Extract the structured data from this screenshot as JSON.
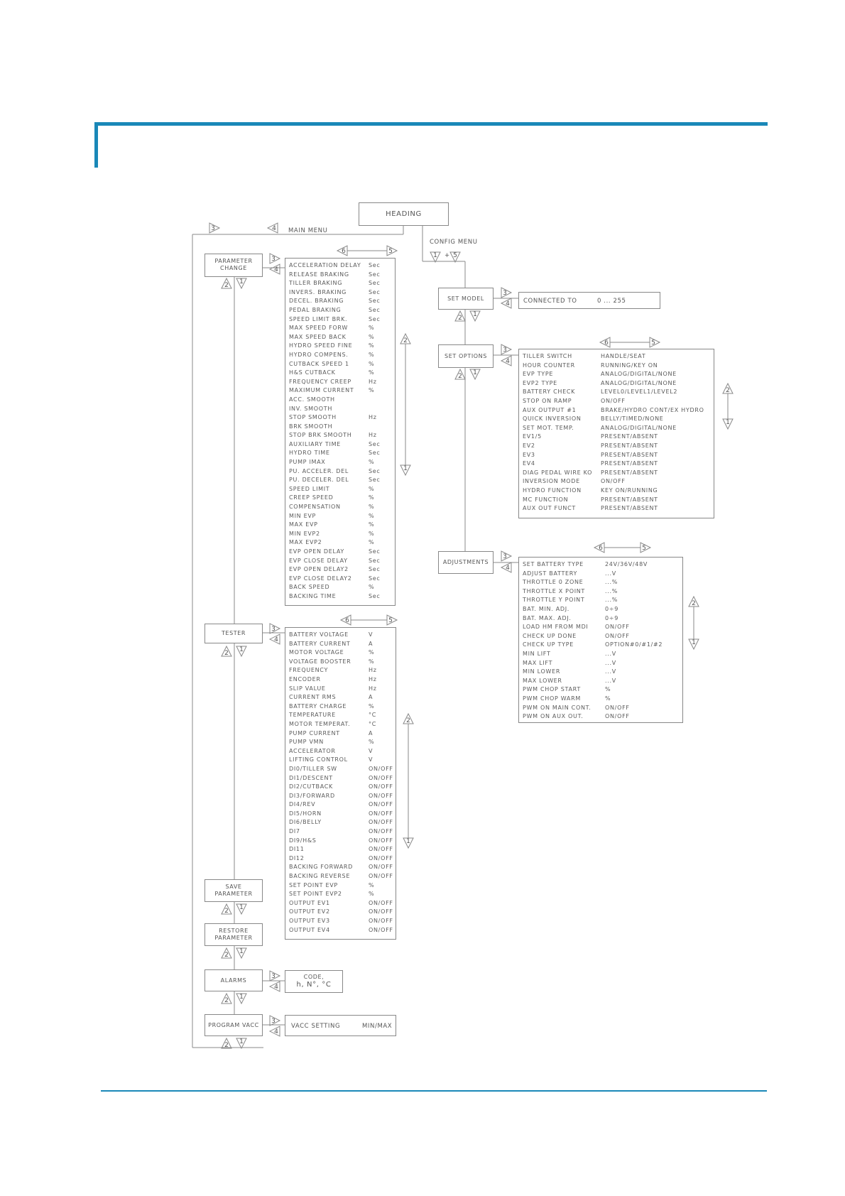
{
  "colors": {
    "accent": "#1a88b8",
    "line": "#888888"
  },
  "heading": "HEADING",
  "main_menu": "MAIN MENU",
  "config_menu": "CONFIG MENU",
  "arrow_plus": "+",
  "main_items": {
    "parameter_change": [
      "PARAMETER",
      "CHANGE"
    ],
    "tester": [
      "TESTER"
    ],
    "save_parameter": [
      "SAVE",
      "PARAMETER"
    ],
    "restore_parameter": [
      "RESTORE",
      "PARAMETER"
    ],
    "alarms": [
      "ALARMS"
    ],
    "program_vacc": [
      "PROGRAM VACC"
    ]
  },
  "config_items": {
    "set_model": "SET MODEL",
    "set_options": "SET OPTIONS",
    "adjustments": "ADJUSTMENTS"
  },
  "connected_to": {
    "label": "CONNECTED TO",
    "value": "0 ... 255"
  },
  "alarms_code": [
    "CODE,",
    "h, N°, °C"
  ],
  "vacc_setting": {
    "label": "VACC SETTING",
    "value": "MIN/MAX"
  },
  "parameter_change": [
    [
      "ACCELERATION DELAY",
      "Sec"
    ],
    [
      "RELEASE BRAKING",
      "Sec"
    ],
    [
      "TILLER BRAKING",
      "Sec"
    ],
    [
      "INVERS. BRAKING",
      "Sec"
    ],
    [
      "DECEL. BRAKING",
      "Sec"
    ],
    [
      "PEDAL BRAKING",
      "Sec"
    ],
    [
      "SPEED LIMIT BRK.",
      "Sec"
    ],
    [
      "MAX SPEED FORW",
      "%"
    ],
    [
      "MAX SPEED BACK",
      "%"
    ],
    [
      "HYDRO SPEED FINE",
      "%"
    ],
    [
      "HYDRO COMPENS.",
      "%"
    ],
    [
      "CUTBACK SPEED 1",
      "%"
    ],
    [
      "H&S CUTBACK",
      "%"
    ],
    [
      "FREQUENCY CREEP",
      "Hz"
    ],
    [
      "MAXIMUM CURRENT",
      "%"
    ],
    [
      "ACC. SMOOTH",
      ""
    ],
    [
      "INV. SMOOTH",
      ""
    ],
    [
      "STOP SMOOTH",
      "Hz"
    ],
    [
      "BRK SMOOTH",
      ""
    ],
    [
      "STOP BRK SMOOTH",
      "Hz"
    ],
    [
      "AUXILIARY TIME",
      "Sec"
    ],
    [
      "HYDRO TIME",
      "Sec"
    ],
    [
      "PUMP IMAX",
      "%"
    ],
    [
      "PU. ACCELER. DEL",
      "Sec"
    ],
    [
      "PU. DECELER. DEL",
      "Sec"
    ],
    [
      "SPEED LIMIT",
      "%"
    ],
    [
      "CREEP SPEED",
      "%"
    ],
    [
      "COMPENSATION",
      "%"
    ],
    [
      "MIN EVP",
      "%"
    ],
    [
      "MAX EVP",
      "%"
    ],
    [
      "MIN EVP2",
      "%"
    ],
    [
      "MAX EVP2",
      "%"
    ],
    [
      "EVP OPEN DELAY",
      "Sec"
    ],
    [
      "EVP CLOSE DELAY",
      "Sec"
    ],
    [
      "EVP OPEN DELAY2",
      "Sec"
    ],
    [
      "EVP CLOSE DELAY2",
      "Sec"
    ],
    [
      "BACK SPEED",
      "%"
    ],
    [
      "BACKING TIME",
      "Sec"
    ]
  ],
  "tester": [
    [
      "BATTERY VOLTAGE",
      "V"
    ],
    [
      "BATTERY CURRENT",
      "A"
    ],
    [
      "MOTOR VOLTAGE",
      "%"
    ],
    [
      "VOLTAGE BOOSTER",
      "%"
    ],
    [
      "FREQUENCY",
      "Hz"
    ],
    [
      "ENCODER",
      "Hz"
    ],
    [
      "SLIP VALUE",
      "Hz"
    ],
    [
      "CURRENT RMS",
      "A"
    ],
    [
      "BATTERY CHARGE",
      "%"
    ],
    [
      "TEMPERATURE",
      "°C"
    ],
    [
      "MOTOR TEMPERAT.",
      "°C"
    ],
    [
      "PUMP CURRENT",
      "A"
    ],
    [
      "PUMP VMN",
      "%"
    ],
    [
      "ACCELERATOR",
      "V"
    ],
    [
      "LIFTING CONTROL",
      "V"
    ],
    [
      "DI0/TILLER SW",
      "ON/OFF"
    ],
    [
      "DI1/DESCENT",
      "ON/OFF"
    ],
    [
      "DI2/CUTBACK",
      "ON/OFF"
    ],
    [
      "DI3/FORWARD",
      "ON/OFF"
    ],
    [
      "DI4/REV",
      "ON/OFF"
    ],
    [
      "DI5/HORN",
      "ON/OFF"
    ],
    [
      "DI6/BELLY",
      "ON/OFF"
    ],
    [
      "DI7",
      "ON/OFF"
    ],
    [
      "DI9/H&S",
      "ON/OFF"
    ],
    [
      "DI11",
      "ON/OFF"
    ],
    [
      "DI12",
      "ON/OFF"
    ],
    [
      "BACKING FORWARD",
      "ON/OFF"
    ],
    [
      "BACKING REVERSE",
      "ON/OFF"
    ],
    [
      "SET POINT EVP",
      "%"
    ],
    [
      "SET POINT EVP2",
      "%"
    ],
    [
      "OUTPUT EV1",
      "ON/OFF"
    ],
    [
      "OUTPUT EV2",
      "ON/OFF"
    ],
    [
      "OUTPUT EV3",
      "ON/OFF"
    ],
    [
      "OUTPUT EV4",
      "ON/OFF"
    ]
  ],
  "set_options": [
    [
      "TILLER SWITCH",
      "HANDLE/SEAT"
    ],
    [
      "HOUR COUNTER",
      "RUNNING/KEY ON"
    ],
    [
      "EVP TYPE",
      "ANALOG/DIGITAL/NONE"
    ],
    [
      "EVP2 TYPE",
      "ANALOG/DIGITAL/NONE"
    ],
    [
      "BATTERY CHECK",
      "LEVEL0/LEVEL1/LEVEL2"
    ],
    [
      "STOP ON RAMP",
      "ON/OFF"
    ],
    [
      "AUX OUTPUT #1",
      "BRAKE/HYDRO CONT/EX HYDRO"
    ],
    [
      "QUICK INVERSION",
      "BELLY/TIMED/NONE"
    ],
    [
      "SET MOT. TEMP.",
      "ANALOG/DIGITAL/NONE"
    ],
    [
      "EV1/5",
      "PRESENT/ABSENT"
    ],
    [
      "EV2",
      "PRESENT/ABSENT"
    ],
    [
      "EV3",
      "PRESENT/ABSENT"
    ],
    [
      "EV4",
      "PRESENT/ABSENT"
    ],
    [
      "DIAG PEDAL WIRE KO",
      "PRESENT/ABSENT"
    ],
    [
      "INVERSION MODE",
      "ON/OFF"
    ],
    [
      "HYDRO FUNCTION",
      "KEY ON/RUNNING"
    ],
    [
      "MC FUNCTION",
      "PRESENT/ABSENT"
    ],
    [
      "AUX OUT FUNCT",
      "PRESENT/ABSENT"
    ]
  ],
  "adjustments": [
    [
      "SET BATTERY TYPE",
      "24V/36V/48V"
    ],
    [
      "ADJUST BATTERY",
      "...V"
    ],
    [
      "THROTTLE 0 ZONE",
      "...%"
    ],
    [
      "THROTTLE X POINT",
      "...%"
    ],
    [
      "THROTTLE Y POINT",
      "...%"
    ],
    [
      "BAT. MIN. ADJ.",
      "0÷9"
    ],
    [
      "BAT. MAX. ADJ.",
      "0÷9"
    ],
    [
      "LOAD HM FROM MDI",
      "ON/OFF"
    ],
    [
      "CHECK UP DONE",
      "ON/OFF"
    ],
    [
      "CHECK UP TYPE",
      "OPTION#0/#1/#2"
    ],
    [
      "MIN LIFT",
      "...V"
    ],
    [
      "MAX LIFT",
      "...V"
    ],
    [
      "MIN LOWER",
      "...V"
    ],
    [
      "MAX LOWER",
      "...V"
    ],
    [
      "PWM CHOP START",
      "%"
    ],
    [
      "PWM CHOP WARM",
      "%"
    ],
    [
      "PWM ON MAIN CONT.",
      "ON/OFF"
    ],
    [
      "PWM ON AUX OUT.",
      "ON/OFF"
    ]
  ],
  "key_numbers": {
    "one": "1",
    "two": "2",
    "three": "3",
    "four": "4",
    "five": "5",
    "six": "6"
  }
}
